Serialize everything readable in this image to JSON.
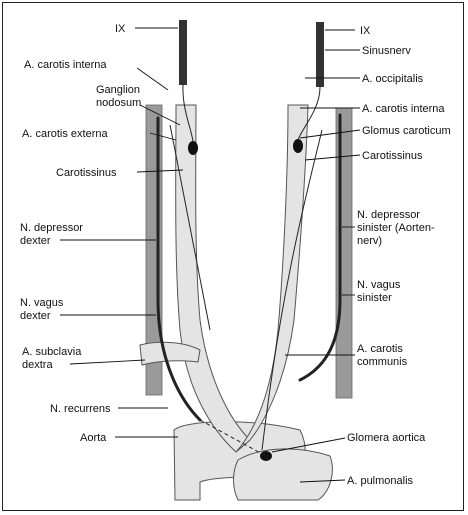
{
  "labels": {
    "ix_left": "IX",
    "ix_right": "IX",
    "carotis_interna_left": "A. carotis interna",
    "ganglion_nodosum_1": "Ganglion",
    "ganglion_nodosum_2": "nodosum",
    "carotis_externa": "A. carotis externa",
    "carotissinus_left": "Carotissinus",
    "depressor_dexter_1": "N. depressor",
    "depressor_dexter_2": "dexter",
    "vagus_dexter_1": "N. vagus",
    "vagus_dexter_2": "dexter",
    "subclavia_1": "A. subclavia",
    "subclavia_2": "dextra",
    "recurrens": "N. recurrens",
    "aorta": "Aorta",
    "sinusnerv": "Sinusnerv",
    "occipitalis": "A. occipitalis",
    "carotis_interna_right": "A. carotis interna",
    "glomus": "Glomus caroticum",
    "carotissinus_right": "Carotissinus",
    "depressor_sinister_1": "N. depressor",
    "depressor_sinister_2": "sinister (Aorten-",
    "depressor_sinister_3": "nerv)",
    "vagus_sinister_1": "N. vagus",
    "vagus_sinister_2": "sinister",
    "carotis_communis_1": "A. carotis",
    "carotis_communis_2": "communis",
    "glomera_aortica": "Glomera aortica",
    "pulmonalis": "A. pulmonalis"
  },
  "colors": {
    "artery_fill": "#e4e4e4",
    "vagus_pillar": "#9a9a9a",
    "ink": "#111111"
  }
}
